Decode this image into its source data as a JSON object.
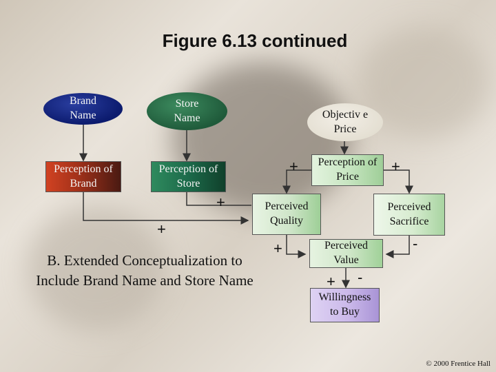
{
  "title": "Figure 6.13  continued",
  "nodes": {
    "brand_name": "Brand Name",
    "store_name": "Store Name",
    "objective_price": "Objectiv e Price",
    "perception_of_brand": "Perception of Brand",
    "perception_of_store": "Perception of Store",
    "perception_of_price": "Perception of Price",
    "perceived_quality": "Perceived Quality",
    "perceived_sacrifice": "Perceived Sacrifice",
    "perceived_value": "Perceived Value",
    "willingness_to_buy": "Willingness to Buy"
  },
  "signs": {
    "price_to_quality": "+",
    "price_to_sacrifice": "+",
    "store_to_quality": "+",
    "brand_to_quality": "+",
    "quality_to_value": "+",
    "sacrifice_to_value": "-",
    "value_to_willingness": "+",
    "willingness_minus": "-"
  },
  "caption": "B. Extended Conceptualization to Include Brand Name and Store Name",
  "copyright": "© 2000 Frentice Hall",
  "colors": {
    "brand_name": "#0c1b6e",
    "store_name": "#1f5a3a",
    "objective_price": "#e4dfd2",
    "perception_of_brand": "#a5321a",
    "perception_of_store": "#1c6a4a",
    "perception_of_price": "#c8e6c2",
    "perceived_quality": "#cfe5c9",
    "perceived_sacrifice": "#d7ecd0",
    "perceived_value": "#cfe6c8",
    "willingness_to_buy": "#cbb9ea",
    "connector": "#333333"
  }
}
